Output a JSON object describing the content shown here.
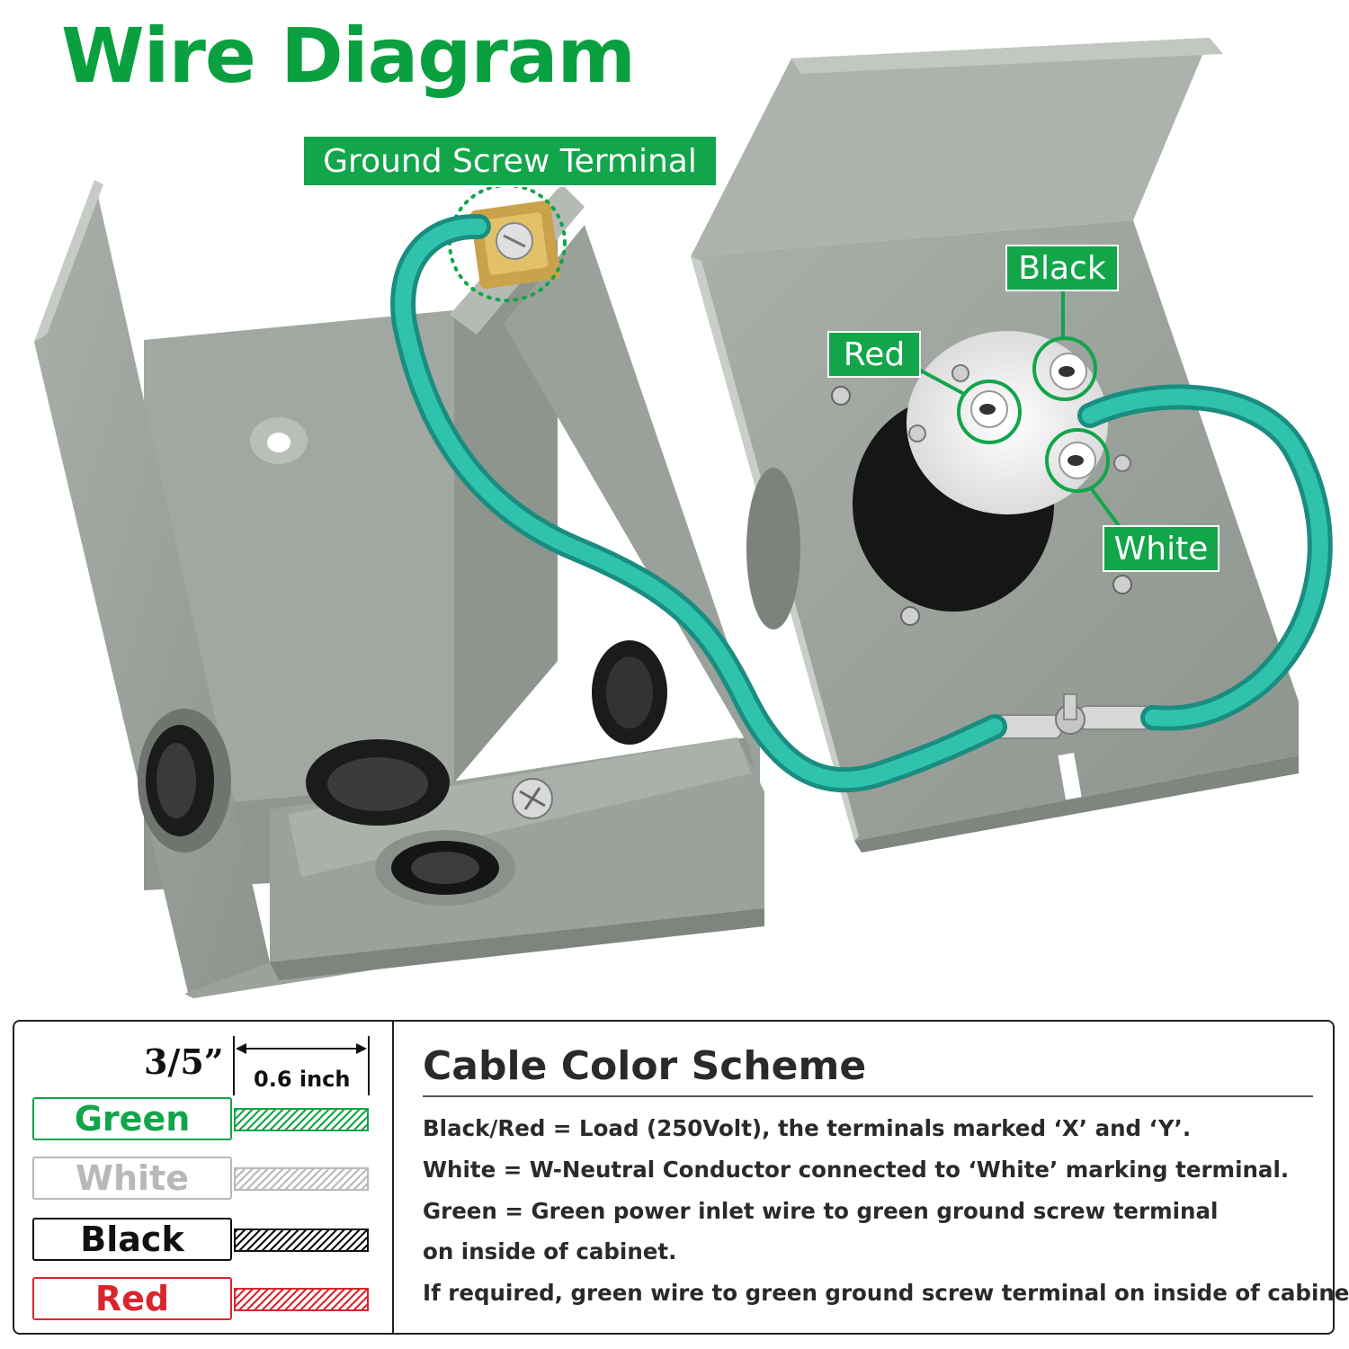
{
  "title": "Wire Diagram",
  "callouts": {
    "ground": "Ground Screw Terminal",
    "black": "Black",
    "red": "Red",
    "white": "White"
  },
  "size": {
    "fraction": "3/5”",
    "metric": "0.6 inch"
  },
  "wires": [
    {
      "name": "Green",
      "color": "#12a54a"
    },
    {
      "name": "White",
      "color": "#b8b8b8"
    },
    {
      "name": "Black",
      "color": "#111111"
    },
    {
      "name": "Red",
      "color": "#d8262c"
    }
  ],
  "scheme": {
    "title": "Cable Color Scheme",
    "lines": [
      "Black/Red = Load (250Volt), the terminals marked ‘X’ and ‘Y’.",
      "White = W-Neutral Conductor connected to ‘White’ marking terminal.",
      "Green = Green power inlet wire to green ground screw terminal",
      "on inside of cabinet.",
      "If required, green wire to green ground screw terminal on inside of cabinet."
    ]
  },
  "colors": {
    "accent": "#12a54a",
    "box": "#9ca39c",
    "wire": "#25b8a6"
  }
}
